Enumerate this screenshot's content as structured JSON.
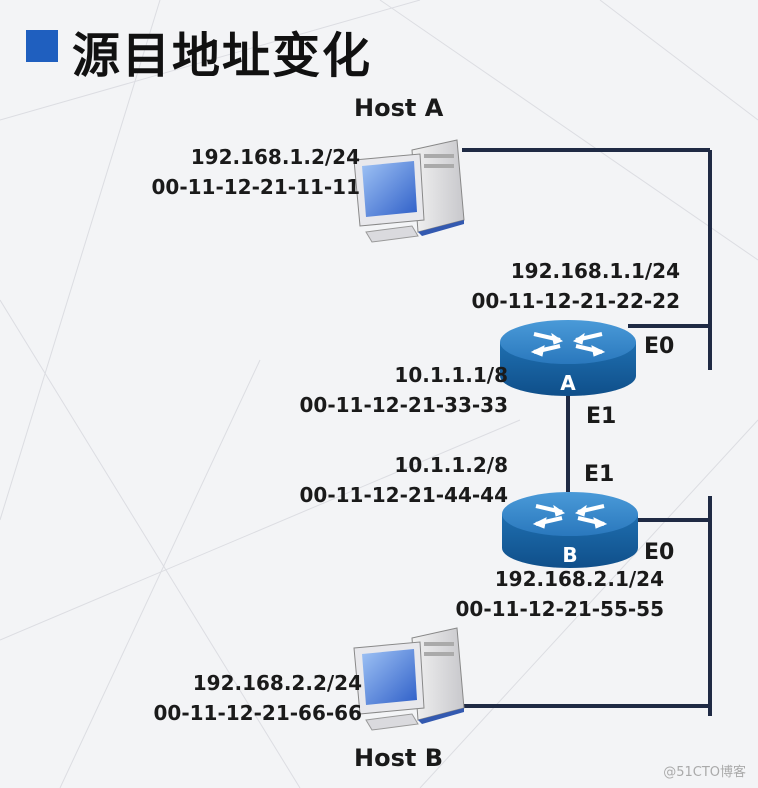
{
  "title": "源目地址变化",
  "hostA": {
    "name": "Host A",
    "ip": "192.168.1.2/24",
    "mac": "00-11-12-21-11-11"
  },
  "routerA": {
    "label": "A",
    "e0": {
      "port": "E0",
      "ip": "192.168.1.1/24",
      "mac": "00-11-12-21-22-22"
    },
    "e1": {
      "port": "E1",
      "ip": "10.1.1.1/8",
      "mac": "00-11-12-21-33-33"
    }
  },
  "routerB": {
    "label": "B",
    "e1": {
      "port": "E1",
      "ip": "10.1.1.2/8",
      "mac": "00-11-12-21-44-44"
    },
    "e0": {
      "port": "E0",
      "ip": "192.168.2.1/24",
      "mac": "00-11-12-21-55-55"
    }
  },
  "hostB": {
    "name": "Host B",
    "ip": "192.168.2.2/24",
    "mac": "00-11-12-21-66-66"
  },
  "watermark": "@51CTO博客",
  "colors": {
    "accent": "#1f5fbf",
    "link": "#1f2a44",
    "router": "#1e6aa8"
  }
}
